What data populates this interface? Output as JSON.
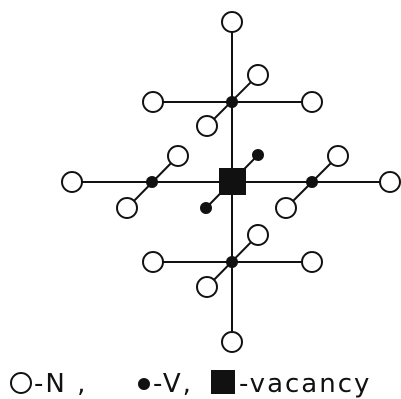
{
  "legend": {
    "n_label": "-N ,",
    "v_label": "-V,",
    "vacancy_label": "-vacancy"
  },
  "colors": {
    "ink": "#111111",
    "background": "#ffffff"
  }
}
